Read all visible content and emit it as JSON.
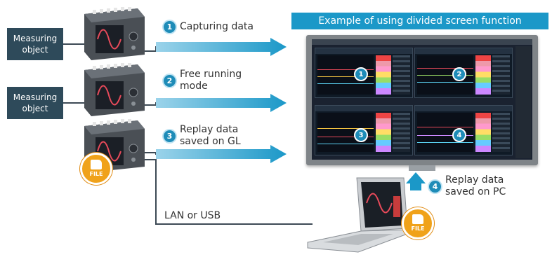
{
  "measuring_objects": [
    {
      "label": "Measuring\nobject"
    },
    {
      "label": "Measuring\nobject"
    }
  ],
  "steps": [
    {
      "num": "1",
      "label": "Capturing data"
    },
    {
      "num": "2",
      "label": "Free running\nmode"
    },
    {
      "num": "3",
      "label": "Replay data\nsaved on GL"
    },
    {
      "num": "4",
      "label": "Replay data\nsaved on PC"
    }
  ],
  "screen_title": "Example of using divided screen function",
  "quadrants": [
    "1",
    "2",
    "3",
    "4"
  ],
  "file_badges": [
    "FILE",
    "FILE"
  ],
  "connection_label": "LAN or USB",
  "colors": {
    "arrow": "#1b98c8",
    "object_box": "#2e4a5a",
    "badge": "#1e8cb8",
    "file": "#f0a21a",
    "line": "#3d4a55"
  }
}
